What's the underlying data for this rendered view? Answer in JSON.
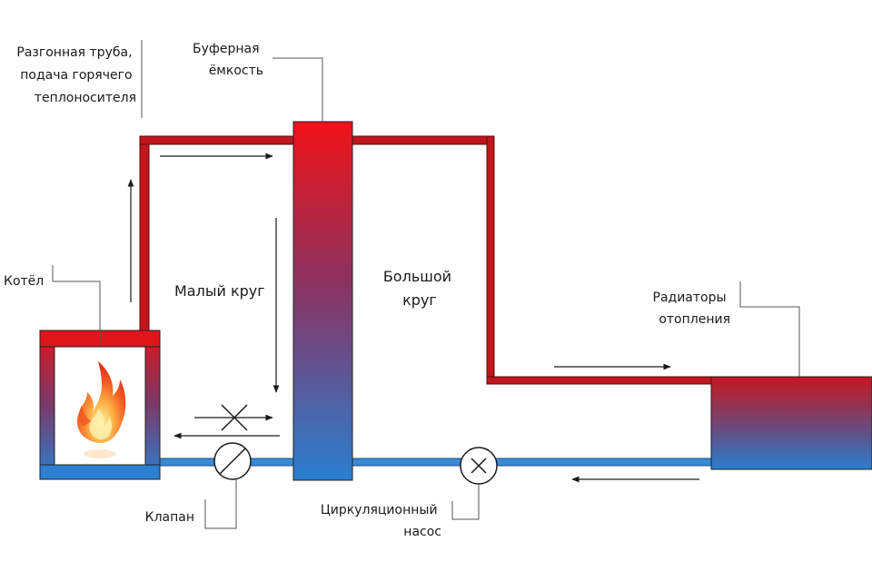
{
  "labels": {
    "accel_pipe": [
      "Разгонная труба,",
      "подача горячего",
      "теплоносителя"
    ],
    "buffer": [
      "Буферная",
      "ёмкость"
    ],
    "boiler": "Котёл",
    "small_circuit": "Малый круг",
    "big_circuit": [
      "Большой",
      "круг"
    ],
    "radiators": [
      "Радиаторы",
      "отопления"
    ],
    "valve": "Клапан",
    "pump": [
      "Циркуляционный",
      "насос"
    ]
  },
  "colors": {
    "hot": "#d9161c",
    "cold": "#2a7fd0",
    "pipe_hot": "#c0171f",
    "pipe_cold": "#3a8ad6"
  },
  "icons": {
    "flame": "flame-icon",
    "valve": "valve-icon",
    "pump": "pump-icon"
  }
}
